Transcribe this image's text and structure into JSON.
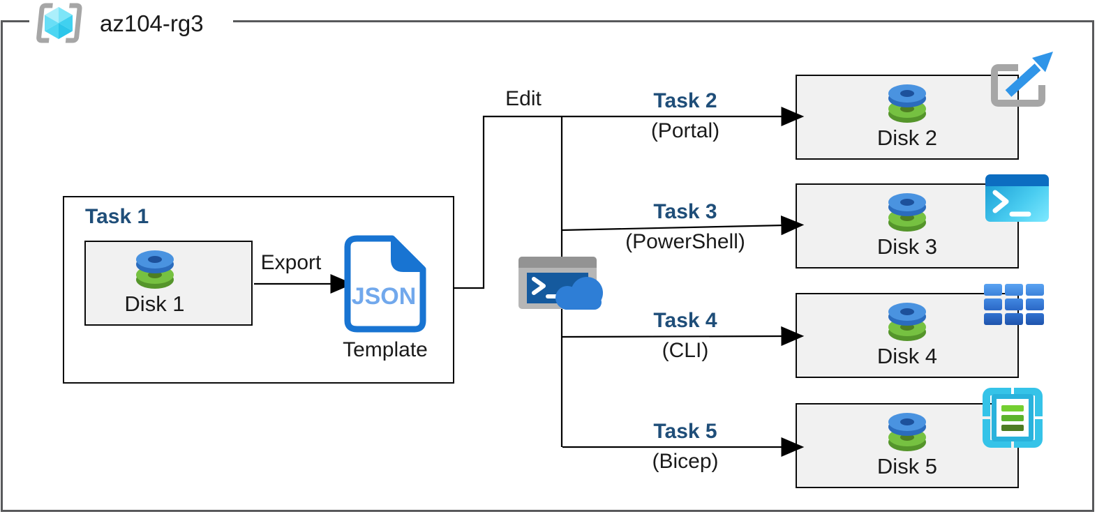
{
  "resource_group": {
    "name": "az104-rg3"
  },
  "task1": {
    "title": "Task 1",
    "disk": "Disk 1",
    "export_label": "Export",
    "template_badge": "JSON",
    "template_label": "Template"
  },
  "edit_label": "Edit",
  "tasks": [
    {
      "title": "Task 2",
      "method": "(Portal)",
      "disk": "Disk 2",
      "tool_icon": "azure-portal-icon"
    },
    {
      "title": "Task 3",
      "method": "(PowerShell)",
      "disk": "Disk 3",
      "tool_icon": "powershell-icon"
    },
    {
      "title": "Task 4",
      "method": "(CLI)",
      "disk": "Disk 4",
      "tool_icon": "azure-cli-icon"
    },
    {
      "title": "Task 5",
      "method": "(Bicep)",
      "disk": "Disk 5",
      "tool_icon": "bicep-icon"
    }
  ],
  "center_icon": "cloud-shell-icon",
  "colors": {
    "task_title": "#1F4E79",
    "box_fill": "#F1F1F1",
    "box_border": "#0A0A0A",
    "outer_border": "#58595B",
    "arrow": "#000000",
    "json_blue": "#1874D2",
    "json_text": "#71A8EC",
    "portal_arrow": "#3095E8",
    "bracket_gray": "#A6A6A6",
    "cyan": "#35C3E8",
    "disk_blue": "#4A93E0",
    "disk_green": "#76C141",
    "green_bars": [
      "#74CF31",
      "#5CB32C",
      "#4D7C22"
    ]
  }
}
